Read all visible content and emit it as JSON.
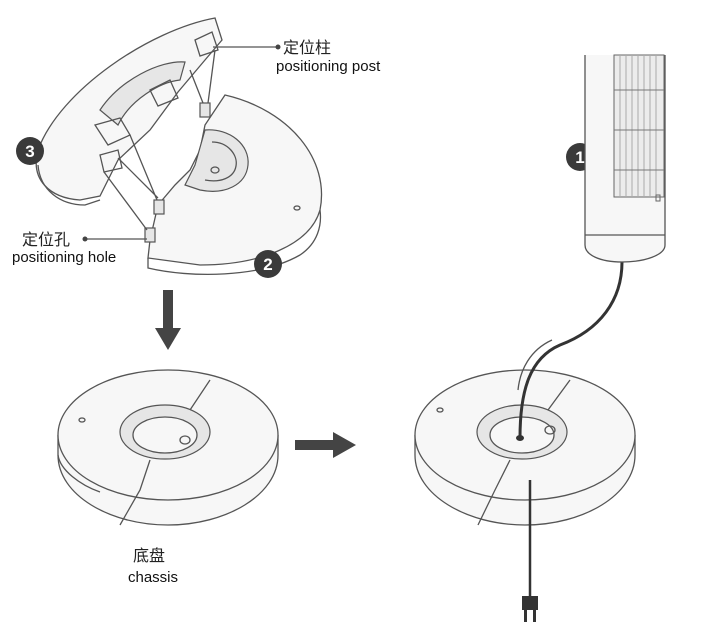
{
  "labels": {
    "post_cn": "定位柱",
    "post_en": "positioning post",
    "hole_cn": "定位孔",
    "hole_en": "positioning hole",
    "chassis_cn": "底盘",
    "chassis_en": "chassis"
  },
  "badges": {
    "one": "1",
    "two": "2",
    "three": "3"
  },
  "colors": {
    "badge": "#3a3a3a",
    "arrow": "#444444",
    "line": "#555555"
  }
}
